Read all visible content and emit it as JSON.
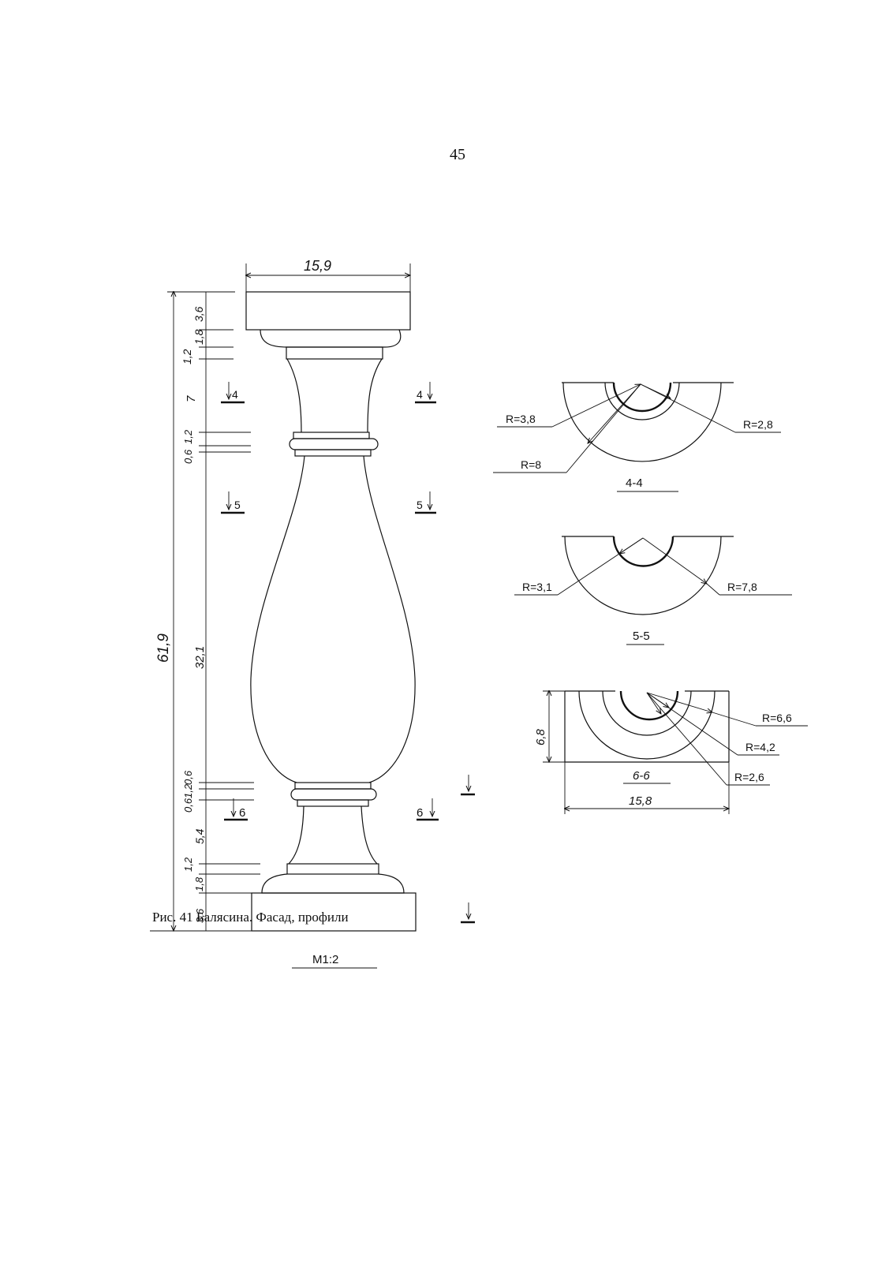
{
  "page": {
    "number": "45",
    "caption": "Рис. 41 Балясина. Фасад, профили"
  },
  "facade": {
    "top_width": "15,9",
    "total_height": "61,9",
    "dimensions": [
      "3,6",
      "1,8",
      "1,2",
      "7",
      "1,2",
      "0,6",
      "32,1",
      "0,6",
      "1,2",
      "0,6",
      "5,4",
      "1,2",
      "1,8",
      "3,6"
    ],
    "scale": "М1:2",
    "section_marks": {
      "m4_left": "4",
      "m4_right": "4",
      "m5_left": "5",
      "m5_right": "5",
      "m6_left": "6",
      "m6_right": "6"
    }
  },
  "sections": {
    "s44": {
      "title": "4-4",
      "r_outer": "R=8",
      "r_mid": "R=3,8",
      "r_inner": "R=2,8"
    },
    "s55": {
      "title": "5-5",
      "r_inner": "R=3,1",
      "r_outer": "R=7,8"
    },
    "s66": {
      "title": "6-6",
      "r1": "R=6,6",
      "r2": "R=4,2",
      "r3": "R=2,6",
      "height": "6,8",
      "width": "15,8"
    }
  }
}
